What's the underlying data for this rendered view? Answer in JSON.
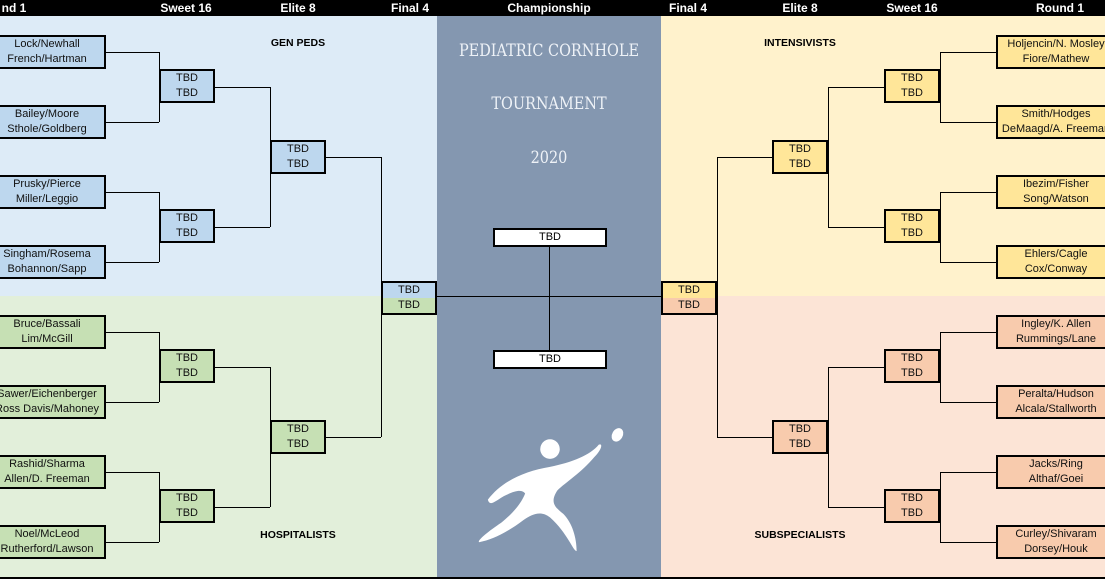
{
  "header": {
    "round1_left": "nd 1",
    "sweet16_left": "Sweet 16",
    "elite8_left": "Elite 8",
    "final4_left": "Final 4",
    "championship": "Championship",
    "final4_right": "Final 4",
    "elite8_right": "Elite 8",
    "sweet16_right": "Sweet 16",
    "round1_right": "Round 1"
  },
  "title": {
    "line1": "PEDIATRIC CORNHOLE",
    "line2": "TOURNAMENT",
    "line3": "2020"
  },
  "colors": {
    "gen_peds": "#ddebf7",
    "gen_peds_box": "#bdd7ee",
    "hospitalists": "#e2efda",
    "hospitalists_box": "#c6e0b4",
    "intensivists": "#fff2cc",
    "intensivists_box": "#ffe699",
    "subspecialists": "#fce4d6",
    "subspecialists_box": "#f8cbad",
    "center": "#8497b0"
  },
  "regions": {
    "gen_peds": {
      "label": "GEN PEDS",
      "round1": [
        "Lock/Newhall",
        "French/Hartman",
        "Bailey/Moore",
        "Sthole/Goldberg",
        "Prusky/Pierce",
        "Miller/Leggio",
        "Singham/Rosema",
        "Bohannon/Sapp"
      ],
      "sweet16": [
        "TBD",
        "TBD",
        "TBD",
        "TBD"
      ],
      "elite8": [
        "TBD",
        "TBD"
      ],
      "final4": "TBD"
    },
    "hospitalists": {
      "label": "HOSPITALISTS",
      "round1": [
        "Bruce/Bassali",
        "Lim/McGill",
        "Sawer/Eichenberger",
        "Ross Davis/Mahoney",
        "Rashid/Sharma",
        "Allen/D. Freeman",
        "Noel/McLeod",
        "Rutherford/Lawson"
      ],
      "sweet16": [
        "TBD",
        "TBD",
        "TBD",
        "TBD"
      ],
      "elite8": [
        "TBD",
        "TBD"
      ],
      "final4": "TBD"
    },
    "intensivists": {
      "label": "INTENSIVISTS",
      "round1": [
        "Holjencin/N. Mosley",
        "Fiore/Mathew",
        "Smith/Hodges",
        "DeMaagd/A. Freeman",
        "Ibezim/Fisher",
        "Song/Watson",
        "Ehlers/Cagle",
        "Cox/Conway"
      ],
      "sweet16": [
        "TBD",
        "TBD",
        "TBD",
        "TBD"
      ],
      "elite8": [
        "TBD",
        "TBD"
      ],
      "final4": "TBD"
    },
    "subspecialists": {
      "label": "SUBSPECIALISTS",
      "round1": [
        "Ingley/K. Allen",
        "Rummings/Lane",
        "Peralta/Hudson",
        "Alcala/Stallworth",
        "Jacks/Ring",
        "Althaf/Goei",
        "Curley/Shivaram",
        "Dorsey/Houk"
      ],
      "sweet16": [
        "TBD",
        "TBD",
        "TBD",
        "TBD"
      ],
      "elite8": [
        "TBD",
        "TBD"
      ],
      "final4": "TBD"
    }
  },
  "championship": [
    "TBD",
    "TBD"
  ]
}
